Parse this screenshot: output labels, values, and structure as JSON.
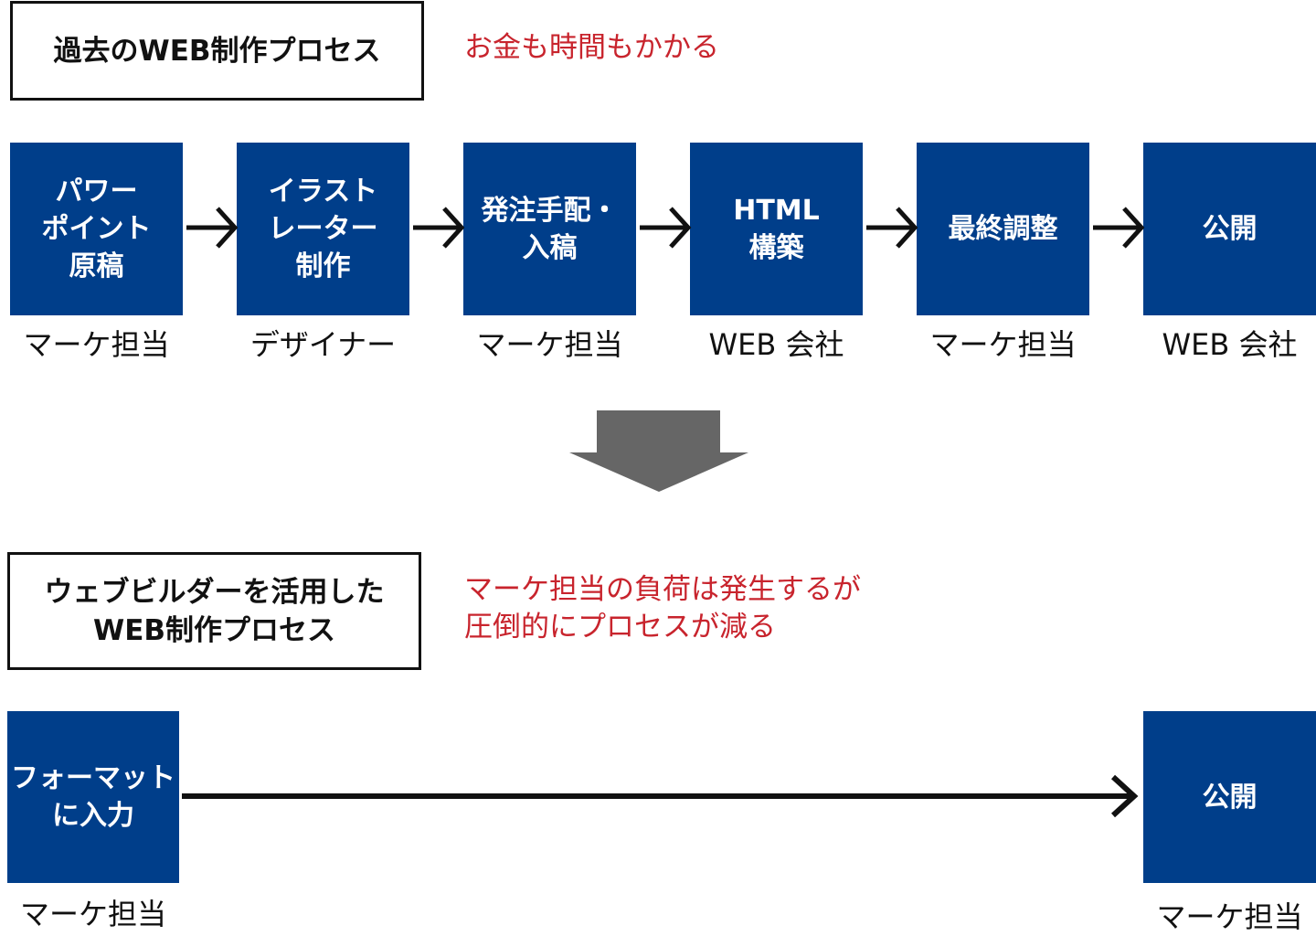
{
  "old": {
    "title": "過去のWEB制作プロセス",
    "note": "お金も時間もかかる",
    "steps": [
      {
        "label": "パワー\nポイント\n原稿",
        "role": "マーケ担当"
      },
      {
        "label": "イラスト\nレーター\n制作",
        "role": "デザイナー"
      },
      {
        "label": "発注手配・\n入稿",
        "role": "マーケ担当"
      },
      {
        "label": "HTML\n構築",
        "role": "WEB 会社"
      },
      {
        "label": "最終調整",
        "role": "マーケ担当"
      },
      {
        "label": "公開",
        "role": "WEB 会社"
      }
    ]
  },
  "new": {
    "title": "ウェブビルダーを活用した\nWEB制作プロセス",
    "note_line1": "マーケ担当の負荷は発生するが",
    "note_line2": "圧倒的にプロセスが減る",
    "steps": [
      {
        "label": "フォーマット\nに入力",
        "role": "マーケ担当"
      },
      {
        "label": "公開",
        "role": "マーケ担当"
      }
    ]
  },
  "colors": {
    "block": "#003e8a",
    "accent": "#c8242d",
    "arrow": "#666666"
  }
}
